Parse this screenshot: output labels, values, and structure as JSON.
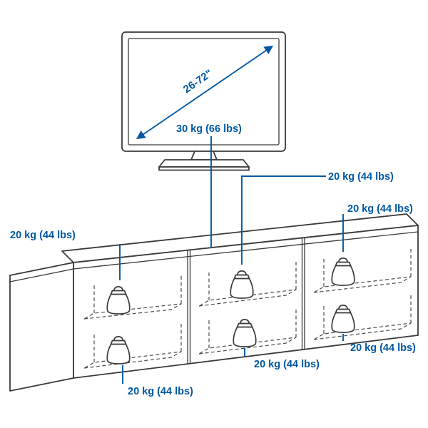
{
  "colors": {
    "accent_blue": "#0058A3",
    "line": "#3a3a3a"
  },
  "tv": {
    "diagonal_range_label": "26-72\""
  },
  "capacities": {
    "top_surface": "30 kg (66 lbs)",
    "shelf_top_left": "20 kg (44 lbs)",
    "shelf_middle_top": "20 kg (44 lbs)",
    "shelf_right_top": "20 kg (44 lbs)",
    "shelf_right_bottom": "20 kg (44 lbs)",
    "shelf_middle_bottom": "20 kg (44 lbs)",
    "shelf_bottom_left": "20 kg (44 lbs)"
  }
}
